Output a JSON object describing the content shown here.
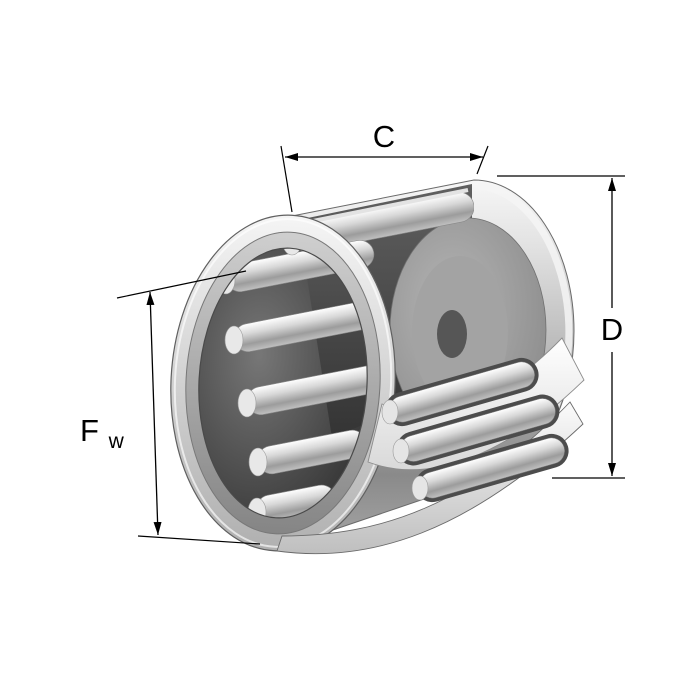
{
  "page": {
    "background": "#ffffff"
  },
  "diagram": {
    "dimensions": {
      "c": {
        "label": "C"
      },
      "d": {
        "label": "D"
      },
      "fw": {
        "base": "F",
        "sub": "w"
      }
    },
    "line_color": "#000000",
    "palette": {
      "shell_light": "#f7f7f7",
      "shell_mid": "#b4b4b4",
      "shell_dark": "#8a8a8a",
      "interior_dark": "#343434",
      "roller_light": "#ffffff",
      "roller_mid": "#d8d8d8",
      "roller_dark": "#9c9c9c",
      "cage_white": "#f7f7f7"
    }
  }
}
